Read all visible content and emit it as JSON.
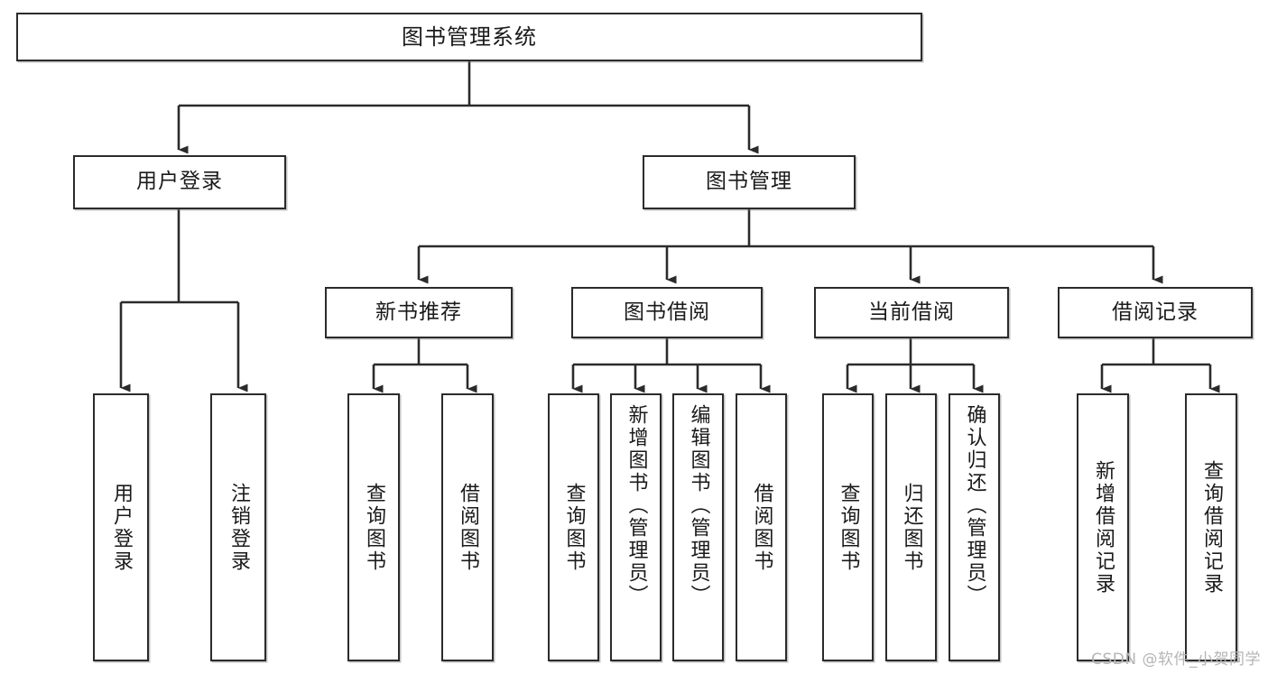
{
  "diagram": {
    "title": "图书管理系统",
    "type": "function-structure-tree",
    "watermark": "CSDN @软件_小贺同学",
    "colors": {
      "border": "#2b2b2b",
      "background": "#ffffff",
      "text": "#1a1a1a",
      "connector": "#2b2b2b",
      "watermark": "#b5b5b5"
    },
    "levels": {
      "root": "图书管理系统",
      "level2": [
        "用户登录",
        "图书管理"
      ],
      "level3": [
        "新书推荐",
        "图书借阅",
        "当前借阅",
        "借阅记录"
      ]
    }
  },
  "nodes": {
    "root": {
      "label": "图书管理系统"
    },
    "user_login": {
      "label": "用户登录"
    },
    "book_manage": {
      "label": "图书管理"
    },
    "new_book_rec": {
      "label": "新书推荐"
    },
    "book_borrow": {
      "label": "图书借阅"
    },
    "current_borrow": {
      "label": "当前借阅"
    },
    "borrow_record": {
      "label": "借阅记录"
    }
  },
  "leaves": {
    "user_login": [
      {
        "label": "用户登录"
      },
      {
        "label": "注销登录"
      }
    ],
    "new_book_rec": [
      {
        "label": "查询图书"
      },
      {
        "label": "借阅图书"
      }
    ],
    "book_borrow": [
      {
        "label": "查询图书"
      },
      {
        "label": "新增图书（管理员）"
      },
      {
        "label": "编辑图书（管理员）"
      },
      {
        "label": "借阅图书"
      }
    ],
    "current_borrow": [
      {
        "label": "查询图书"
      },
      {
        "label": "归还图书"
      },
      {
        "label": "确认归还（管理员）"
      }
    ],
    "borrow_record": [
      {
        "label": "新增借阅记录"
      },
      {
        "label": "查询借阅记录"
      }
    ]
  }
}
